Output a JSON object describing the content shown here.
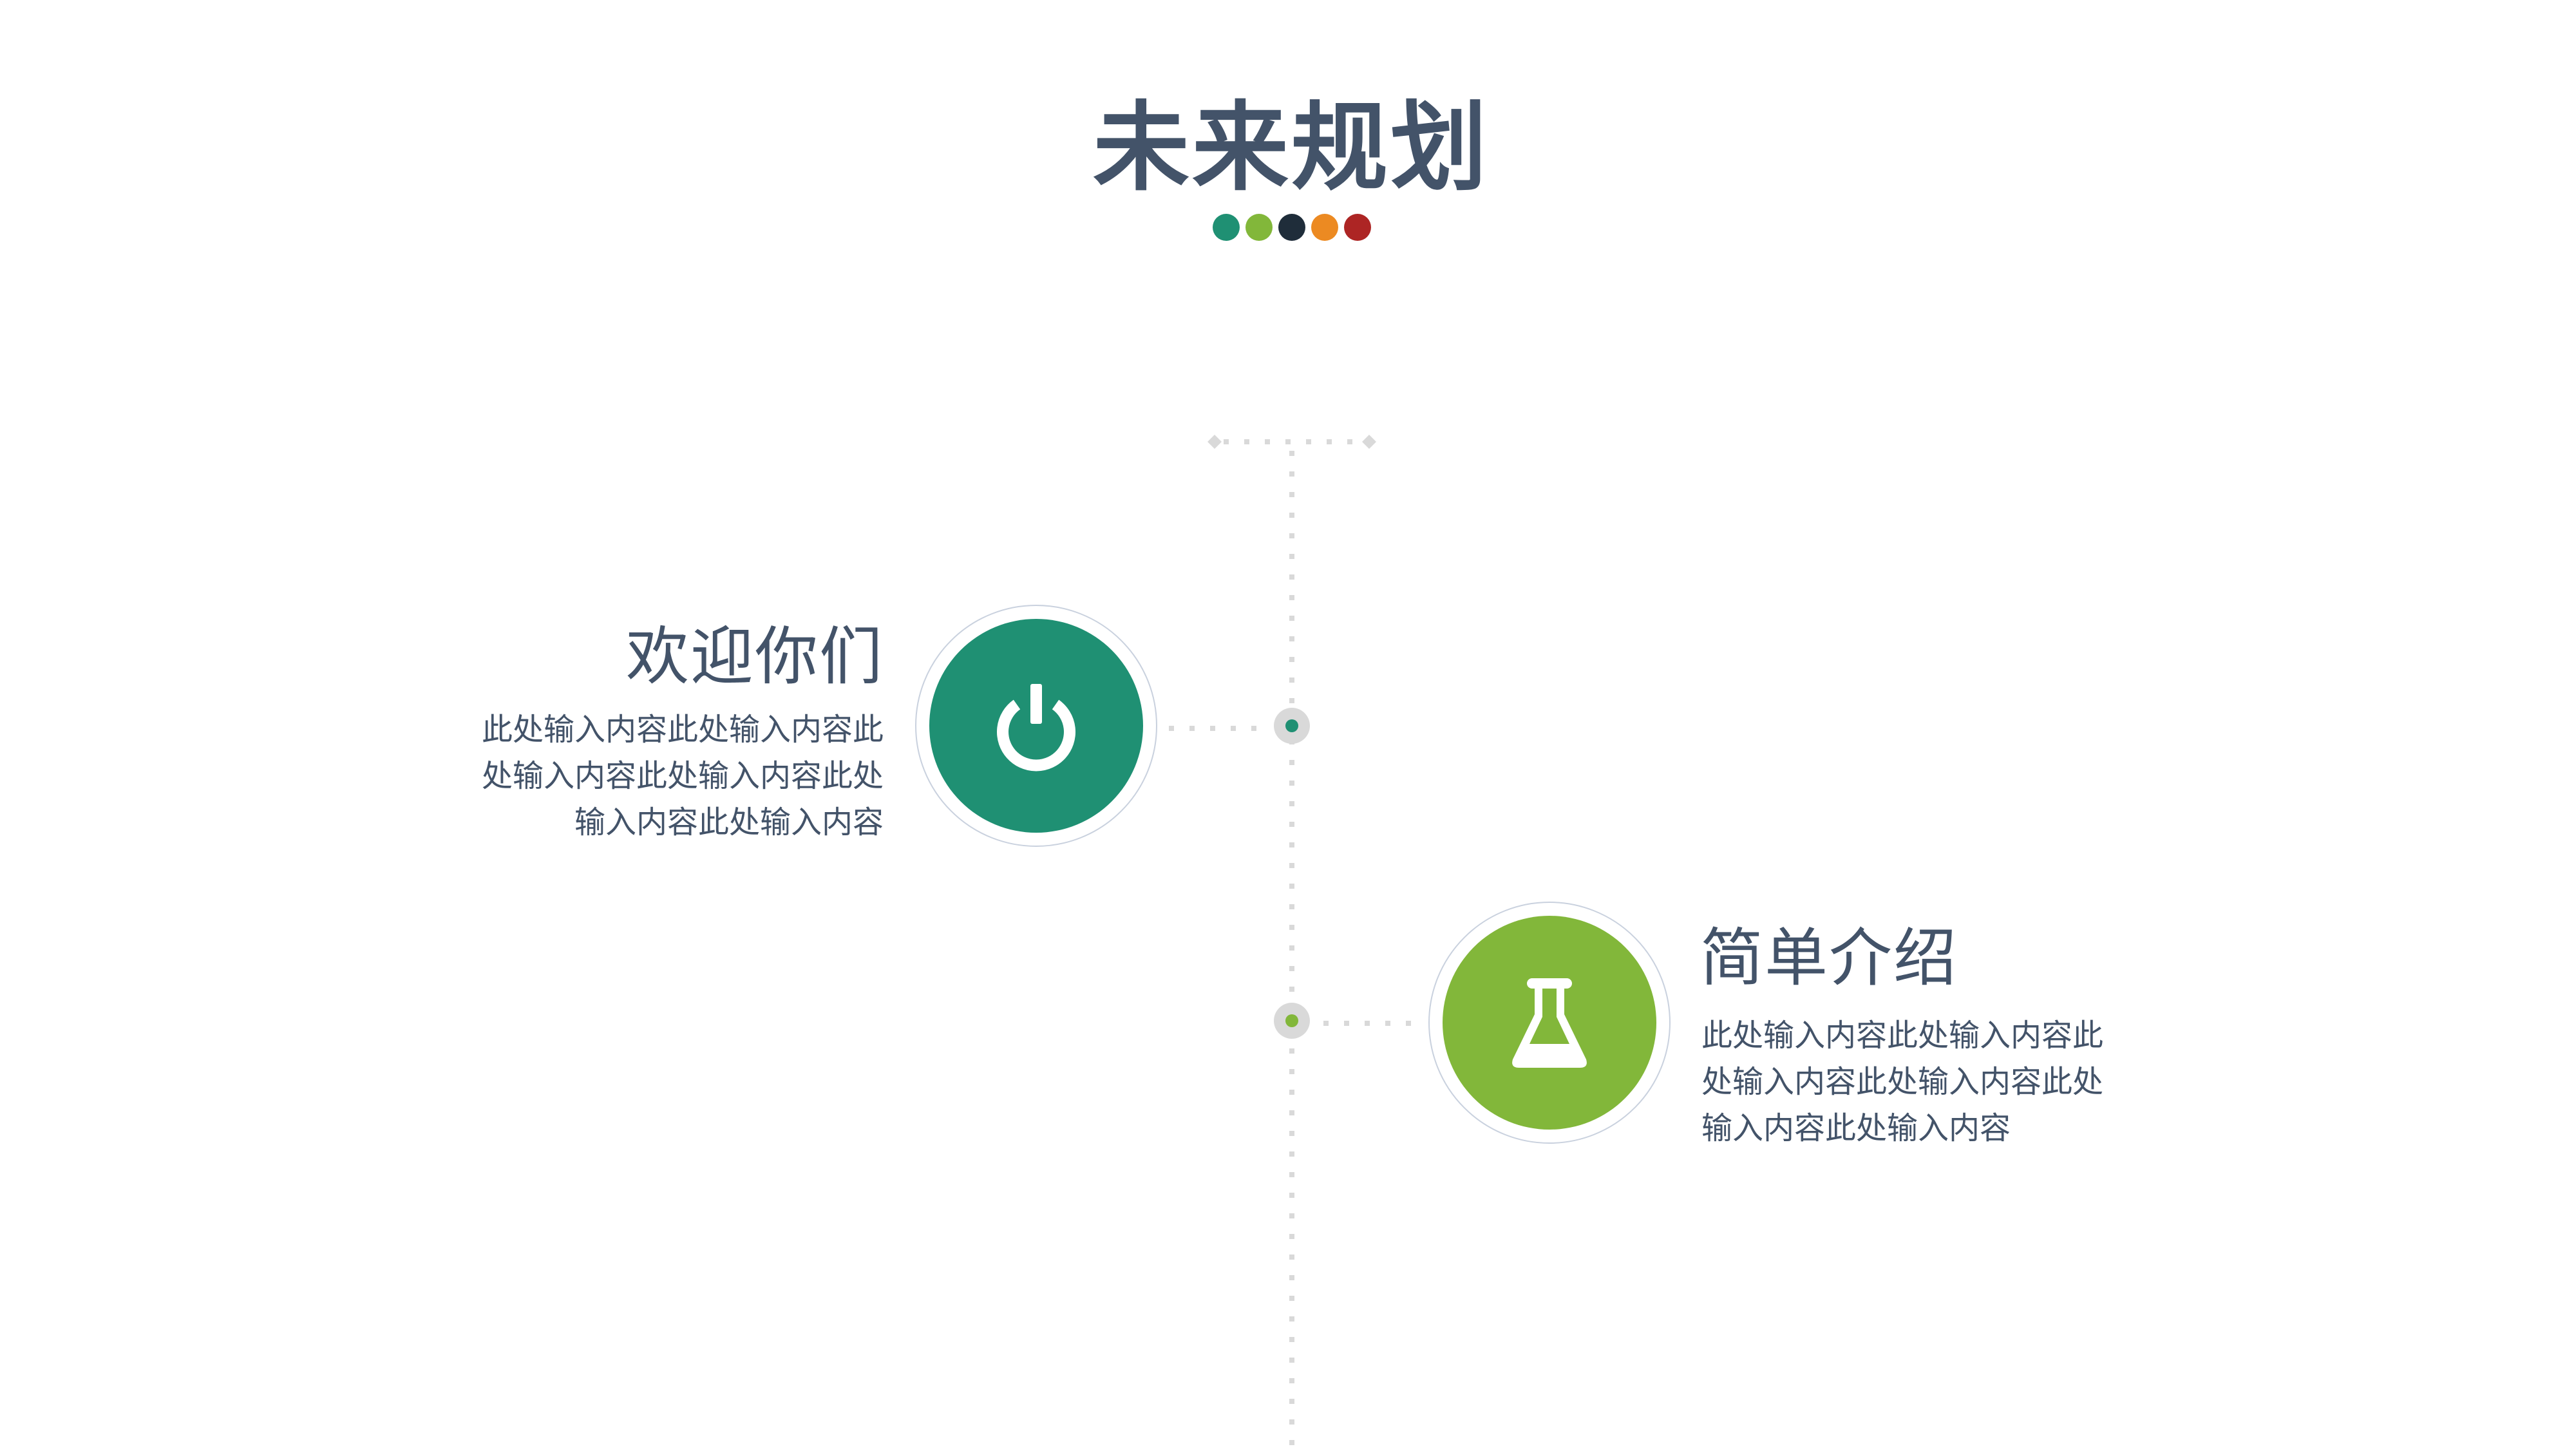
{
  "title": "未来规划",
  "palette": [
    "#1f9073",
    "#82b73a",
    "#1f2d3a",
    "#ec8a22",
    "#ad2524"
  ],
  "items": [
    {
      "heading": "欢迎你们",
      "icon": "power-icon",
      "color": "#1f9073",
      "lines": [
        "此处输入内容此处输入内容此",
        "处输入内容此处输入内容此处",
        "输入内容此处输入内容"
      ]
    },
    {
      "heading": "简单介绍",
      "icon": "flask-icon",
      "color": "#82b73a",
      "lines": [
        "此处输入内容此处输入内容此",
        "处输入内容此处输入内容此处",
        "输入内容此处输入内容"
      ]
    }
  ]
}
